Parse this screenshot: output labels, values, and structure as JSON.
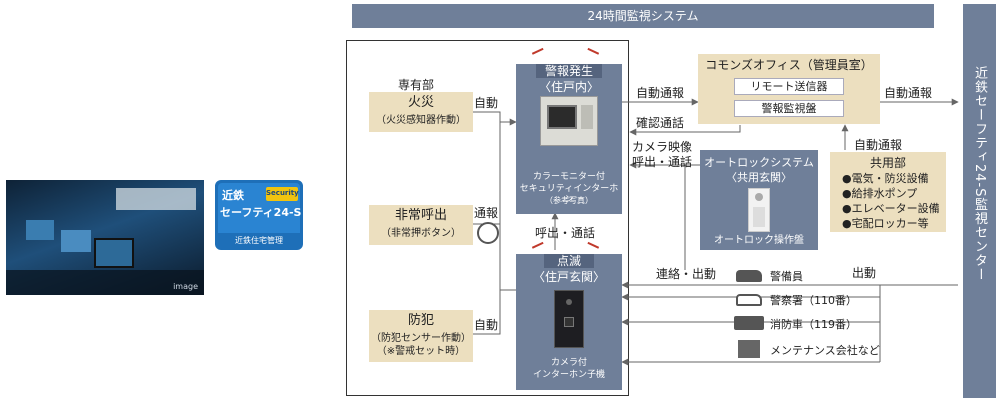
{
  "header": {
    "title": "24時間監視システム"
  },
  "center": {
    "title": "近鉄セーフティ24-S監視センター"
  },
  "photo": {
    "caption": "image"
  },
  "logo": {
    "top": "近鉄",
    "security": "Security",
    "main": "セーフティ24-S",
    "bottom": "近鉄住宅管理"
  },
  "private_area": {
    "label": "専有部",
    "fire": {
      "title": "火災",
      "sub": "（火災感知器作動）"
    },
    "emergency": {
      "title": "非常呼出",
      "sub": "（非常押ボタン）"
    },
    "crime": {
      "title": "防犯",
      "sub1": "（防犯センサー作動）",
      "sub2": "（※警戒セット時）"
    }
  },
  "arrows": {
    "auto1": "自動",
    "notify": "通報",
    "auto3": "自動",
    "call_comm": "呼出・通話",
    "auto_notify1": "自動通報",
    "confirm_call": "確認通話",
    "camera1": "カメラ映像",
    "camera2": "呼出・通話",
    "auto_notify2": "自動通報",
    "auto_notify3": "自動通報",
    "contact": "連絡・出動",
    "dispatch": "出動"
  },
  "intercom_room": {
    "badge": "警報発生",
    "title": "〈住戸内〉",
    "caption1": "カラーモニター付",
    "caption2": "セキュリティインターホン",
    "caption3": "（参考写真）"
  },
  "intercom_entrance": {
    "badge": "点滅",
    "title": "〈住戸玄関〉",
    "caption1": "カメラ付",
    "caption2": "インターホン子機"
  },
  "commons_office": {
    "title": "コモンズオフィス（管理員室）",
    "item1": "リモート送信器",
    "item2": "警報監視盤"
  },
  "autolock": {
    "title1": "オートロックシステム",
    "title2": "〈共用玄関〉",
    "caption": "オートロック操作盤"
  },
  "common_area": {
    "title": "共用部",
    "items": [
      "●電気・防災設備",
      "●給排水ポンプ",
      "●エレベーター設備",
      "●宅配ロッカー等"
    ]
  },
  "responders": [
    "警備員",
    "警察署（110番）",
    "消防車（119番）",
    "メンテナンス会社など"
  ],
  "colors": {
    "slate": "#6f7f99",
    "tan": "#ecdfbf",
    "alarm": "#c0392b"
  }
}
